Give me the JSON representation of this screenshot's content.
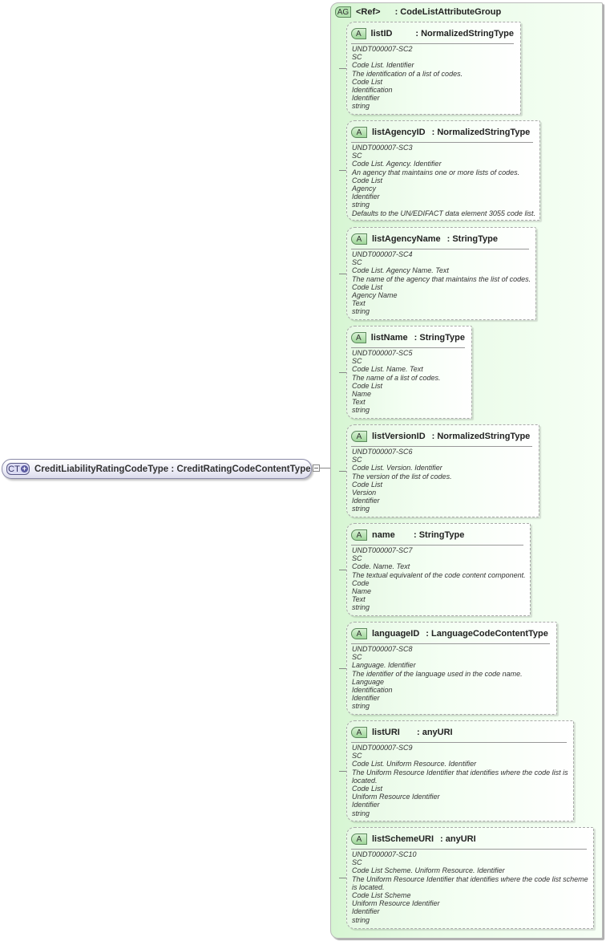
{
  "complex_type": {
    "badge": "CT",
    "name": "CreditLiabilityRatingCodeType",
    "separator": " : ",
    "type": "CreditRatingCodeContentType"
  },
  "attribute_group": {
    "badge": "AG",
    "ref": "<Ref>",
    "type": ": CodeListAttributeGroup"
  },
  "attributes": [
    {
      "badge": "A",
      "name": "listID",
      "type": ": NormalizedStringType",
      "lines": [
        "UNDT000007-SC2",
        "SC",
        "Code List. Identifier",
        "The identification of a list of codes.",
        "Code List",
        "Identification",
        "Identifier",
        "string"
      ]
    },
    {
      "badge": "A",
      "name": "listAgencyID",
      "type": ": NormalizedStringType",
      "lines": [
        "UNDT000007-SC3",
        "SC",
        "Code List. Agency. Identifier",
        "An agency that maintains one or more lists of codes.",
        "Code List",
        "Agency",
        "Identifier",
        "string",
        "Defaults to the UN/EDIFACT data element 3055 code list."
      ]
    },
    {
      "badge": "A",
      "name": "listAgencyName",
      "type": ": StringType",
      "lines": [
        "UNDT000007-SC4",
        "SC",
        "Code List. Agency Name. Text",
        "The name of the agency that maintains the list of codes.",
        "Code List",
        "Agency Name",
        "Text",
        "string"
      ]
    },
    {
      "badge": "A",
      "name": "listName",
      "type": ": StringType",
      "lines": [
        "UNDT000007-SC5",
        "SC",
        "Code List. Name. Text",
        "The name of a list of codes.",
        "Code List",
        "Name",
        "Text",
        "string"
      ]
    },
    {
      "badge": "A",
      "name": "listVersionID",
      "type": ": NormalizedStringType",
      "lines": [
        "UNDT000007-SC6",
        "SC",
        "Code List. Version. Identifier",
        "The version of the list of codes.",
        "Code List",
        "Version",
        "Identifier",
        "string"
      ]
    },
    {
      "badge": "A",
      "name": "name",
      "type": ": StringType",
      "lines": [
        "UNDT000007-SC7",
        "SC",
        "Code. Name. Text",
        "The textual equivalent of the code content component.",
        "Code",
        "Name",
        "Text",
        "string"
      ]
    },
    {
      "badge": "A",
      "name": "languageID",
      "type": ": LanguageCodeContentType",
      "lines": [
        "UNDT000007-SC8",
        "SC",
        "Language. Identifier",
        "The identifier of the language used in the code name.",
        "Language",
        "Identification",
        "Identifier",
        "string"
      ]
    },
    {
      "badge": "A",
      "name": "listURI",
      "type": ": anyURI",
      "lines": [
        "UNDT000007-SC9",
        "SC",
        "Code List. Uniform Resource. Identifier",
        "The Uniform Resource Identifier that identifies where the code list is located.",
        "Code List",
        "Uniform Resource Identifier",
        "Identifier",
        "string"
      ]
    },
    {
      "badge": "A",
      "name": "listSchemeURI",
      "type": ": anyURI",
      "lines": [
        "UNDT000007-SC10",
        "SC",
        "Code List Scheme. Uniform Resource. Identifier",
        "The Uniform Resource Identifier that identifies where the code list scheme is located.",
        "Code List Scheme",
        "Uniform Resource Identifier",
        "Identifier",
        "string"
      ]
    }
  ],
  "colors": {
    "group_bg": "#e8fbe6",
    "badge_green": "#b4e2b0",
    "ct_bg": "#ececf6",
    "ct_badge": "#dcdcf4"
  }
}
